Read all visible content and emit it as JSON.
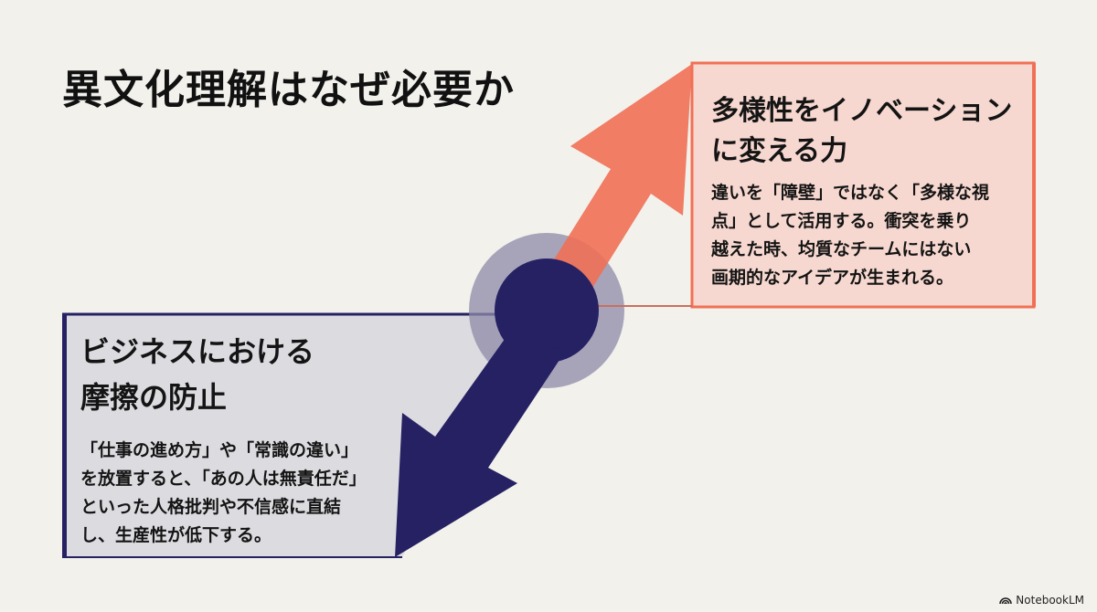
{
  "title": "異文化理解はなぜ必要か",
  "colors": {
    "background": "#f2f1ec",
    "orange_accent": "#f07055",
    "orange_box_fill": "#f7d8d0",
    "navy_accent": "#252163",
    "navy_box_fill": "#dcdbe0",
    "ring": "#8d8aa8"
  },
  "orange_box": {
    "heading_line1": "多様性をイノベーション",
    "heading_line2": "に変える力",
    "body": [
      "違いを「障壁」ではなく「多様な視",
      "点」として活用する。衝突を乗り",
      "越えた時、均質なチームにはない",
      "画期的なアイデアが生まれる。"
    ]
  },
  "navy_box": {
    "heading_line1": "ビジネスにおける",
    "heading_line2": "摩擦の防止",
    "body": [
      "「仕事の進め方」や「常識の違い」",
      "を放置すると、「あの人は無責任だ」",
      "といった人格批判や不信感に直結",
      "し、生産性が低下する。"
    ]
  },
  "footer": {
    "brand": "NotebookLM",
    "icon": "notebooklm-logo-icon"
  }
}
